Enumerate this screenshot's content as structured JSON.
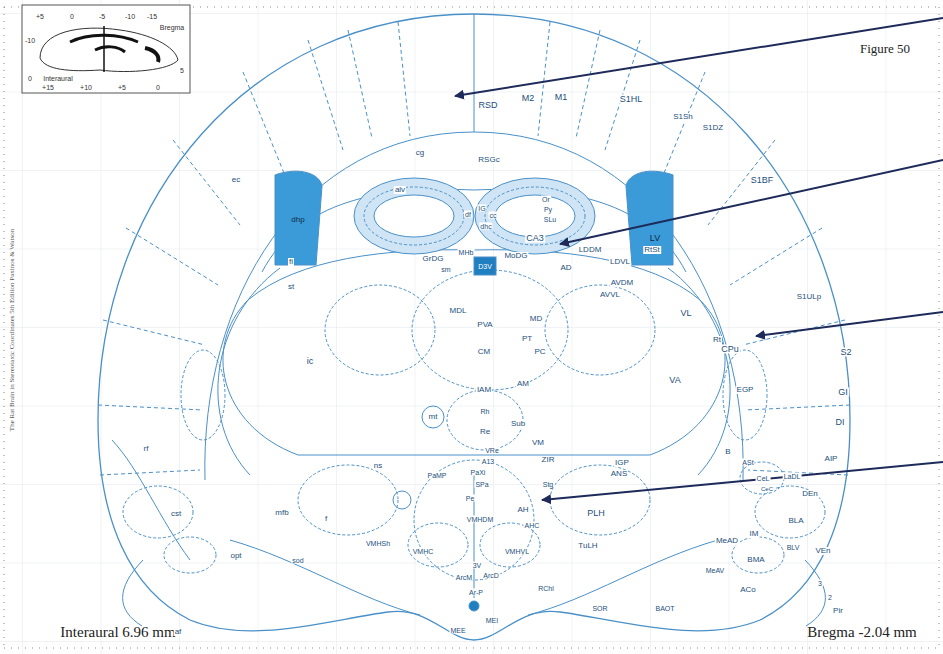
{
  "diagram": {
    "labels": [
      "Figure 50",
      "Interaural 6.96 mm",
      "Bregma -2.04 mm",
      "+5",
      "0",
      "-5",
      "-10",
      "-15",
      "Bregma",
      "-10",
      "5",
      "0",
      "Interaural",
      "+15",
      "+10",
      "+5",
      "0",
      "The Rat Brain in Stereotaxic Coordinates 5th Edition Paxinos & Watson",
      "RSD",
      "M2",
      "M1",
      "S1HL",
      "S1Sh",
      "S1DZ",
      "cg",
      "RSGc",
      "IG",
      "df",
      "cc",
      "dhc",
      "alv",
      "Or",
      "Py",
      "SLu",
      "CA3",
      "dhp",
      "LV",
      "ec",
      "S1BF",
      "fi",
      "st",
      "GrDG",
      "MHb",
      "sm",
      "D3V",
      "MoDG",
      "LDDM",
      "RtSt",
      "AD",
      "LDVL",
      "AVDM",
      "AVVL",
      "MDL",
      "PVA",
      "MD",
      "PT",
      "PC",
      "CM",
      "VL",
      "Rt",
      "VA",
      "IAM",
      "AM",
      "ic",
      "mt",
      "Rh",
      "Sub",
      "Re",
      "VM",
      "VRe",
      "ZIR",
      "A13",
      "PaXi",
      "ns",
      "PaMP",
      "SPa",
      "Stg",
      "Pe",
      "AH",
      "AHC",
      "ANS",
      "PLH",
      "IGP",
      "EGP",
      "B",
      "ASt",
      "CeL",
      "CeC",
      "LaDL",
      "AIP",
      "DEn",
      "BLA",
      "IM",
      "MeAD",
      "BLV",
      "VEn",
      "BMA",
      "MeAV",
      "ACo",
      "3",
      "2",
      "Pir",
      "S1ULp",
      "CPu",
      "S2",
      "GI",
      "DI",
      "rf",
      "cst",
      "mfb",
      "f",
      "VMHSh",
      "VMHDM",
      "VMHVL",
      "VMHC",
      "3V",
      "ArcM",
      "ArcD",
      "Ar-P",
      "MEE",
      "MEI",
      "RChl",
      "TuLH",
      "SOR",
      "BAOT",
      "opt",
      "sod",
      "af"
    ]
  }
}
